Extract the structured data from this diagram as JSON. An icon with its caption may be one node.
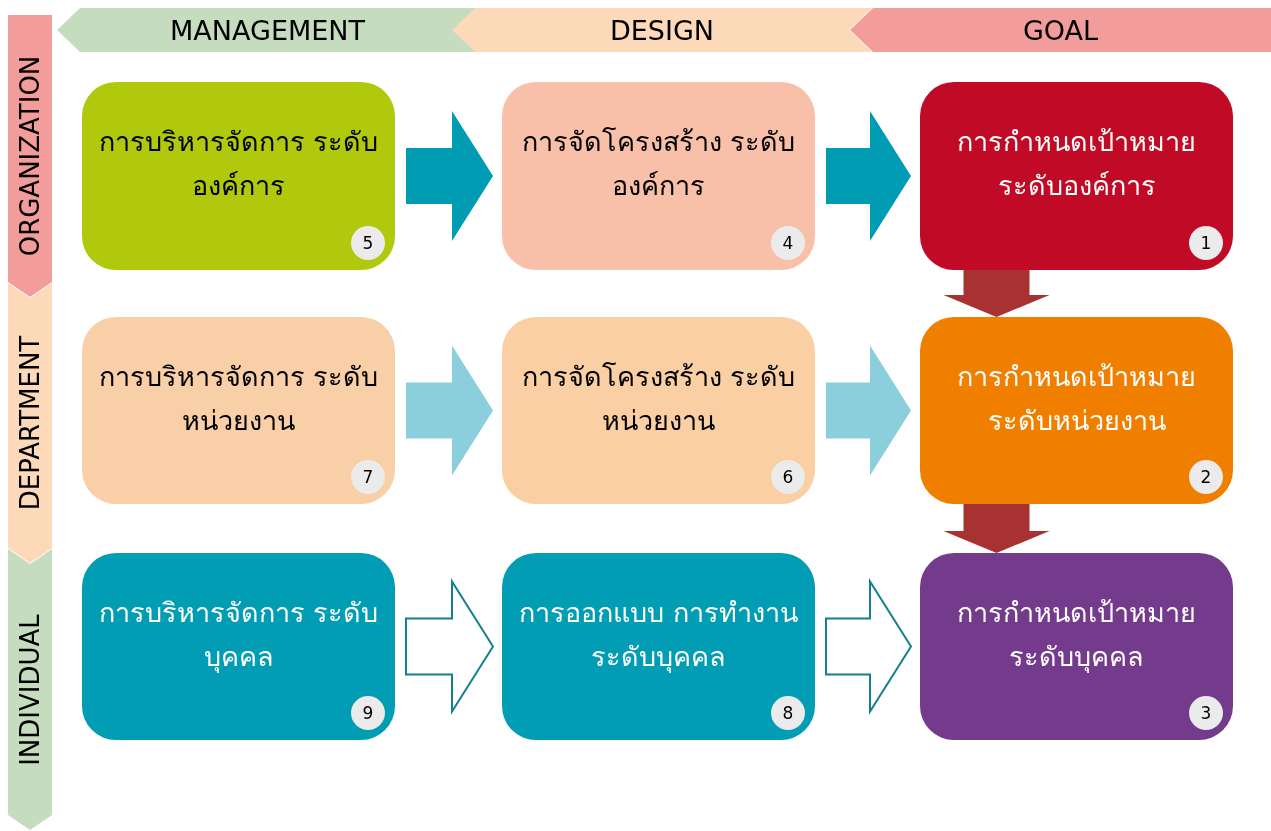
{
  "diagram": {
    "nodes": [
      {
        "text": [
          "MANAGEMENT"
        ]
      },
      {
        "text": [
          "DESIGN"
        ]
      },
      {
        "text": [
          "GOAL"
        ]
      },
      {
        "text": [
          "ORGANIZATION"
        ]
      },
      {
        "text": [
          "DEPARTMENT"
        ]
      },
      {
        "text": [
          "INDIVIDUAL"
        ]
      },
      {
        "text": [
          "การบริหารจัดการ ระดับองค์การ",
          "5"
        ]
      },
      {
        "text": [
          "การจัดโครงสร้าง ระดับองค์การ",
          "4"
        ]
      },
      {
        "text": [
          "การกำหนดเป้าหมาย ระดับองค์การ",
          "1"
        ]
      },
      {
        "text": [
          "การบริหารจัดการ ระดับหน่วยงาน",
          "7"
        ]
      },
      {
        "text": [
          "การจัดโครงสร้าง ระดับหน่วยงาน",
          "6"
        ]
      },
      {
        "text": [
          "การกำหนดเป้าหมาย ระดับหน่วยงาน",
          "2"
        ]
      },
      {
        "text": [
          "การบริหารจัดการ ระดับบุคคล",
          "9"
        ]
      },
      {
        "text": [
          "การออกแบบ การทำงานระดับบุคคล",
          "8"
        ]
      },
      {
        "text": [
          "การกำหนดเป้าหมาย ระดับบุคคล",
          "3"
        ]
      }
    ],
    "edges": [
      {
        "from": 6,
        "to": 7,
        "arrow": "to",
        "color": "#009cb4"
      },
      {
        "from": 7,
        "to": 8,
        "arrow": "to",
        "color": "#009cb4"
      },
      {
        "from": 8,
        "to": 11,
        "arrow": "to",
        "color": "#a83232"
      },
      {
        "from": 9,
        "to": 10,
        "arrow": "to",
        "color": "#8ccfdc"
      },
      {
        "from": 10,
        "to": 11,
        "arrow": "to",
        "color": "#8ccfdc"
      },
      {
        "from": 11,
        "to": 14,
        "arrow": "to",
        "color": "#a83232"
      },
      {
        "from": 12,
        "to": 13,
        "arrow": "to",
        "color": "#157f8e"
      },
      {
        "from": 13,
        "to": 14,
        "arrow": "to",
        "color": "#157f8e"
      }
    ]
  }
}
